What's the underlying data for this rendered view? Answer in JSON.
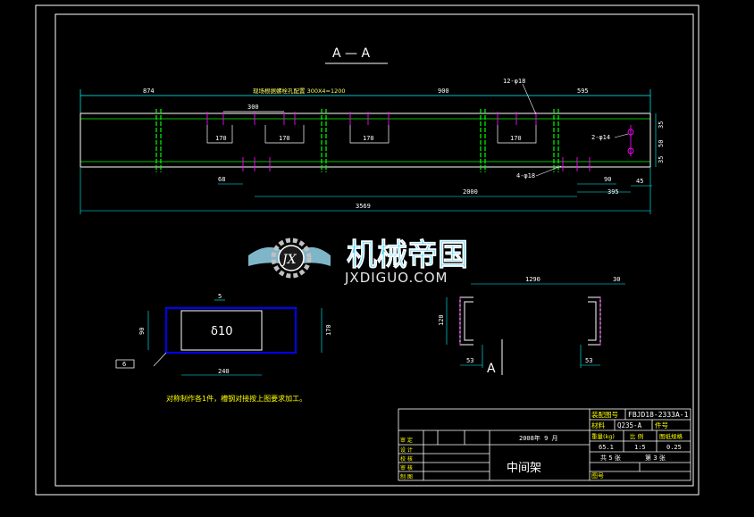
{
  "section_label": "A — A",
  "section_mark": "A",
  "note": "对称制作各1件，槽钢对接按上图要求加工。",
  "watermark": {
    "cn": "机械帝国",
    "en": "JXDIGUO.COM",
    "logo_letters": "JX"
  },
  "top_dims": {
    "d874": "874",
    "d_hole": "现场根据螺栓孔配置 300X4=1200",
    "d900": "900",
    "d595": "595",
    "d300": "300",
    "d170a": "170",
    "d170b": "170",
    "d170c": "170",
    "d170d": "170",
    "hole12": "12-φ18",
    "hole2": "2-φ14",
    "hole4": "4-φ18",
    "d68": "68",
    "d2000": "2000",
    "d90": "90",
    "d395": "395",
    "d45": "45",
    "d3569": "3569",
    "v35a": "35",
    "v50": "50",
    "v35b": "35"
  },
  "plate_dims": {
    "d5": "5",
    "d90": "90",
    "thk": "δ10",
    "d170": "170",
    "d240": "240",
    "plate_symbol": "6"
  },
  "channel_dims": {
    "d1290": "1290",
    "d30": "30",
    "d120": "120",
    "d53a": "53",
    "d53b": "53"
  },
  "title_block": {
    "drawing_no_label": "装配图号",
    "drawing_no": "FBJD18-2333A-1",
    "material_label": "材料",
    "material": "Q235-A",
    "part_no_label": "件号",
    "weight_label": "重量(kg)",
    "ratio_label": "比 例",
    "std_label": "图纸规格",
    "weight": "65.1",
    "ratio": "1:5",
    "std": "0.25",
    "sheet_total": "共 5 张",
    "sheet_no": "第 3 张",
    "ref_label": "图号",
    "date": "2008年 9 月",
    "part_name": "中间架",
    "rows": [
      "审 定",
      "设 计",
      "校 核",
      "审 核",
      "制 图"
    ]
  },
  "colors": {
    "frame": "#ffffff",
    "yellow": "#ffff00",
    "cyan": "#00ffff",
    "green": "#00ff00",
    "magenta": "#ff00ff",
    "blue": "#0000ff"
  }
}
